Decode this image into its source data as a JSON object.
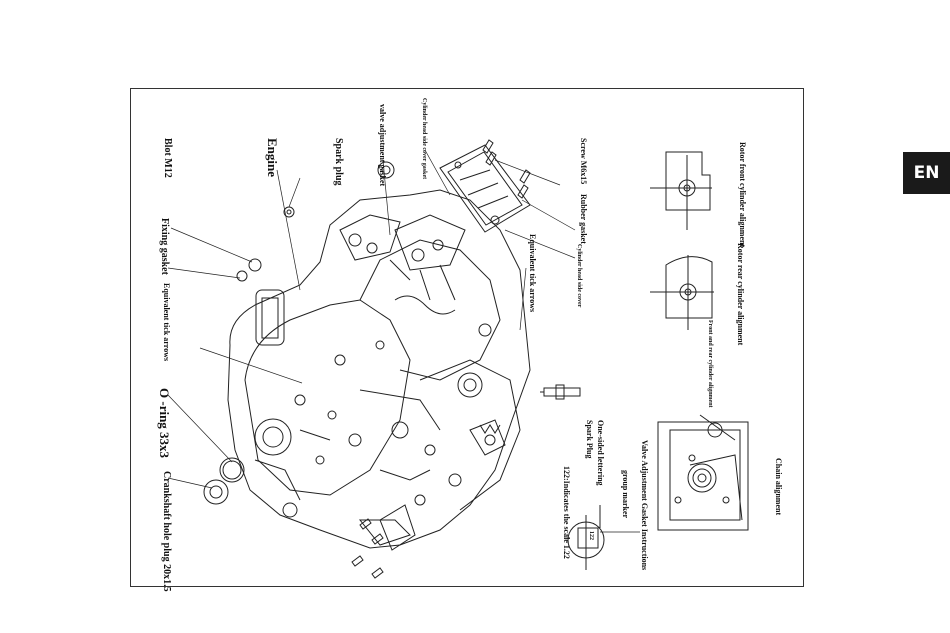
{
  "page": {
    "lang_tab": "EN"
  },
  "labels": {
    "blot": "Blot M12",
    "fixing_gasket": "Fixing gasket",
    "engine": "Engine",
    "spark_plug_left": "Spark plug",
    "valve_gasket": "valve adjustment gasket",
    "cyl_head_gasket": "Cylinder head side cover gasket",
    "screw": "Screw M6x15",
    "rubber_gasket": "Rubber gasket",
    "cyl_head_cover": "Cylinder head side cover",
    "equiv_tick_arrows_top": "Equivalent tick arrows",
    "equiv_tick_arrows_left": "Equivalent tick arrows",
    "o_ring": "O -ring 33x3",
    "crankshaft_plug": "Crankshaft hole plug 20x1.5",
    "spark_plug_right": "Spark Plug",
    "rotor_front": "Rotor front cylinder alignment",
    "rotor_rear": "Rotor rear cylinder alignment",
    "front_rear": "Front and rear cylinder alignment",
    "one_sided": "One-sided lettering",
    "group_marker": "group marker",
    "valve_instructions": "Valve Adjustment Gasket Instructions",
    "scale_note": "122:Indicates the scale 1.22",
    "chain": "Chain alignment",
    "gasket_mark": "122"
  },
  "icons": [
    "engine-drawing",
    "rotor-alignment-diagram",
    "cylinder-head-diagram",
    "gasket-diagram"
  ]
}
